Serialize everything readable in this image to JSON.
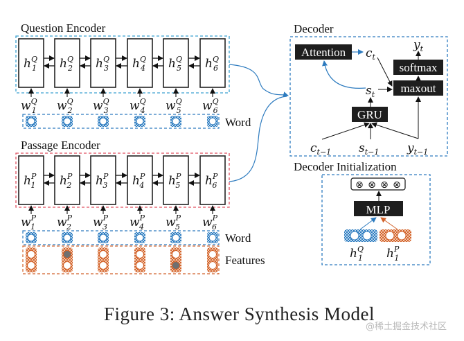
{
  "question_encoder": {
    "title": "Question Encoder",
    "cells": [
      {
        "base": "h",
        "sup": "Q",
        "sub": "1"
      },
      {
        "base": "h",
        "sup": "Q",
        "sub": "2"
      },
      {
        "base": "h",
        "sup": "Q",
        "sub": "3"
      },
      {
        "base": "h",
        "sup": "Q",
        "sub": "4"
      },
      {
        "base": "h",
        "sup": "Q",
        "sub": "5"
      },
      {
        "base": "h",
        "sup": "Q",
        "sub": "6"
      }
    ],
    "inputs": [
      {
        "base": "w",
        "sup": "Q",
        "sub": "1"
      },
      {
        "base": "w",
        "sup": "Q",
        "sub": "2"
      },
      {
        "base": "w",
        "sup": "Q",
        "sub": "3"
      },
      {
        "base": "w",
        "sup": "Q",
        "sub": "4"
      },
      {
        "base": "w",
        "sup": "Q",
        "sub": "5"
      },
      {
        "base": "w",
        "sup": "Q",
        "sub": "6"
      }
    ],
    "word_label": "Word",
    "border_color": "#3aa0d0"
  },
  "passage_encoder": {
    "title": "Passage Encoder",
    "cells": [
      {
        "base": "h",
        "sup": "P",
        "sub": "1"
      },
      {
        "base": "h",
        "sup": "P",
        "sub": "2"
      },
      {
        "base": "h",
        "sup": "P",
        "sub": "3"
      },
      {
        "base": "h",
        "sup": "P",
        "sub": "4"
      },
      {
        "base": "h",
        "sup": "P",
        "sub": "5"
      },
      {
        "base": "h",
        "sup": "P",
        "sub": "6"
      }
    ],
    "inputs": [
      {
        "base": "w",
        "sup": "P",
        "sub": "1"
      },
      {
        "base": "w",
        "sup": "P",
        "sub": "2"
      },
      {
        "base": "w",
        "sup": "P",
        "sub": "3"
      },
      {
        "base": "w",
        "sup": "P",
        "sub": "4"
      },
      {
        "base": "w",
        "sup": "P",
        "sub": "5"
      },
      {
        "base": "w",
        "sup": "P",
        "sub": "6"
      }
    ],
    "word_label": "Word",
    "features_label": "Features",
    "feature_active": [
      null,
      "top",
      null,
      null,
      "bottom",
      null
    ],
    "border_color": "#e05060"
  },
  "decoder": {
    "title": "Decoder",
    "attention": "Attention",
    "softmax": "softmax",
    "maxout": "maxout",
    "gru": "GRU",
    "c_t": {
      "base": "c",
      "sub": "t"
    },
    "s_t": {
      "base": "s",
      "sub": "t"
    },
    "y_t": {
      "base": "y",
      "sub": "t"
    },
    "c_prev": {
      "base": "c",
      "sub": "t−1"
    },
    "s_prev": {
      "base": "s",
      "sub": "t−1"
    },
    "y_prev": {
      "base": "y",
      "sub": "t−1"
    }
  },
  "decoder_init": {
    "title": "Decoder Initialization",
    "mlp": "MLP",
    "output_units": [
      "⊗",
      "⊗",
      "⊗",
      "⊗"
    ],
    "h_q": {
      "base": "h",
      "sup": "Q",
      "sub": "1"
    },
    "h_p": {
      "base": "h",
      "sup": "P",
      "sub": "1"
    }
  },
  "colors": {
    "blue": "#2d7bbf",
    "orange": "#d2622a",
    "dark_box": "#1e1e1e",
    "active_feature": "#707070"
  },
  "caption": "Figure 3: Answer Synthesis Model",
  "watermark": "@稀土掘金技术社区"
}
